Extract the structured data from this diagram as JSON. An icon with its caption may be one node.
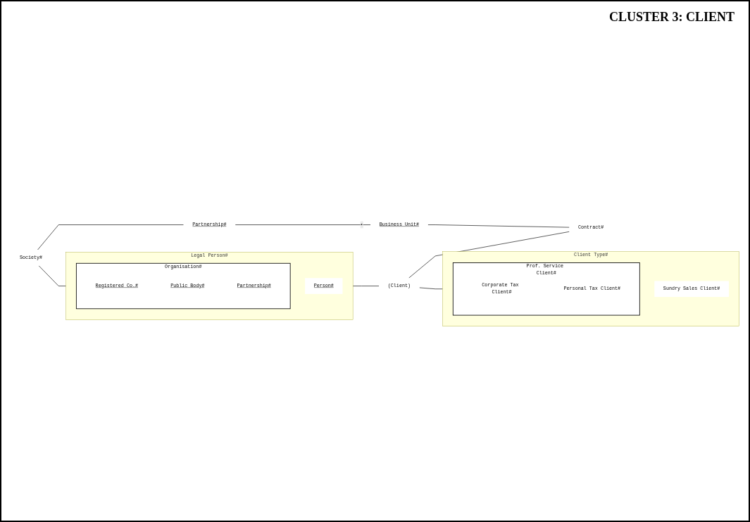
{
  "diagram": {
    "title": "CLUSTER 3: CLIENT",
    "nodes": [
      {
        "text": [
          "Partnership#"
        ]
      },
      {
        "text": [
          "Business Unit#"
        ]
      },
      {
        "text": [
          "Contract#"
        ]
      },
      {
        "text": [
          "Society#"
        ]
      },
      {
        "text": [
          "(Client)"
        ]
      },
      {
        "text": [
          "Legal Person#"
        ]
      },
      {
        "text": [
          "Person#"
        ],
        "in": 5
      },
      {
        "text": [
          "Organisation#"
        ],
        "in": 5
      },
      {
        "text": [
          "Registered Co.#"
        ],
        "in": 7
      },
      {
        "text": [
          "Public Body#"
        ],
        "in": 7
      },
      {
        "text": [
          "Partnership#"
        ],
        "in": 7
      },
      {
        "text": [
          "Client Type#"
        ]
      },
      {
        "text": [
          "Prof. Service Client#"
        ],
        "in": 11
      },
      {
        "text": [
          "Corporate Tax Client#"
        ],
        "in": 12
      },
      {
        "text": [
          "Personal Tax Client#"
        ],
        "in": 12
      },
      {
        "text": [
          "Sundry Sales Client#"
        ],
        "in": 11
      }
    ],
    "edges": [
      {
        "from": 0,
        "to": 1,
        "arrow": "none",
        "label": "•"
      },
      {
        "from": 1,
        "to": 2,
        "arrow": "none"
      },
      {
        "from": 3,
        "to": 0,
        "arrow": "none"
      },
      {
        "from": 3,
        "to": 5,
        "arrow": "none"
      },
      {
        "from": 5,
        "to": 4,
        "arrow": "none"
      },
      {
        "from": 4,
        "to": 2,
        "arrow": "none"
      },
      {
        "from": 4,
        "to": 11,
        "arrow": "none"
      }
    ]
  }
}
